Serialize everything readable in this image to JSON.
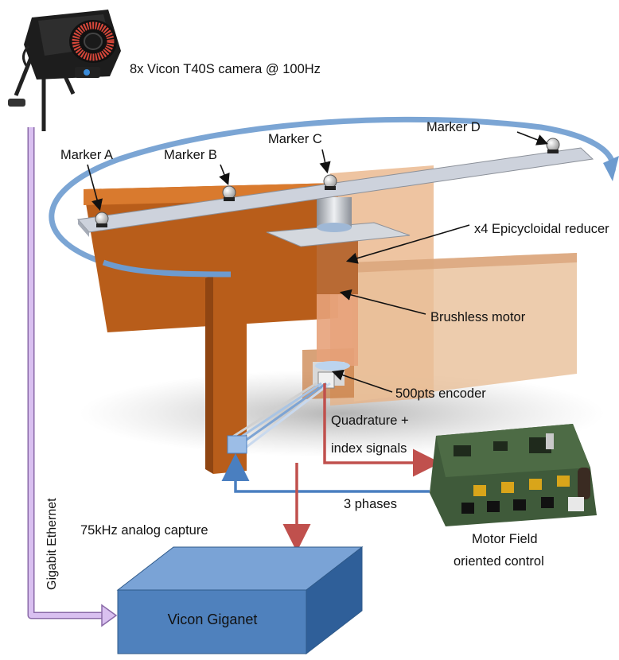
{
  "camera": {
    "label": "8x Vicon T40S camera @ 100Hz",
    "icon": "motion-capture-camera-icon"
  },
  "markers": {
    "a": "Marker A",
    "b": "Marker B",
    "c": "Marker C",
    "d": "Marker D"
  },
  "components": {
    "reducer": "x4 Epicycloidal reducer",
    "motor": "Brushless motor",
    "encoder": "500pts encoder"
  },
  "signals": {
    "quadrature_line1": "Quadrature +",
    "quadrature_line2": "index signals",
    "phases": "3 phases",
    "gigabit": "Gigabit Ethernet",
    "analog": "75kHz analog capture"
  },
  "controller": {
    "line1": "Motor Field",
    "line2": "oriented control",
    "icon": "motor-controller-board-icon"
  },
  "giganet": {
    "label": "Vicon Giganet"
  },
  "colors": {
    "rotation_arrow": "#6d9bcf",
    "phase_wire": "#4a7fc0",
    "signal_wire": "#c0504d",
    "ethernet": "#c9a3e6",
    "giganet_box": "#4f81bd",
    "wall": "#c8691c"
  }
}
